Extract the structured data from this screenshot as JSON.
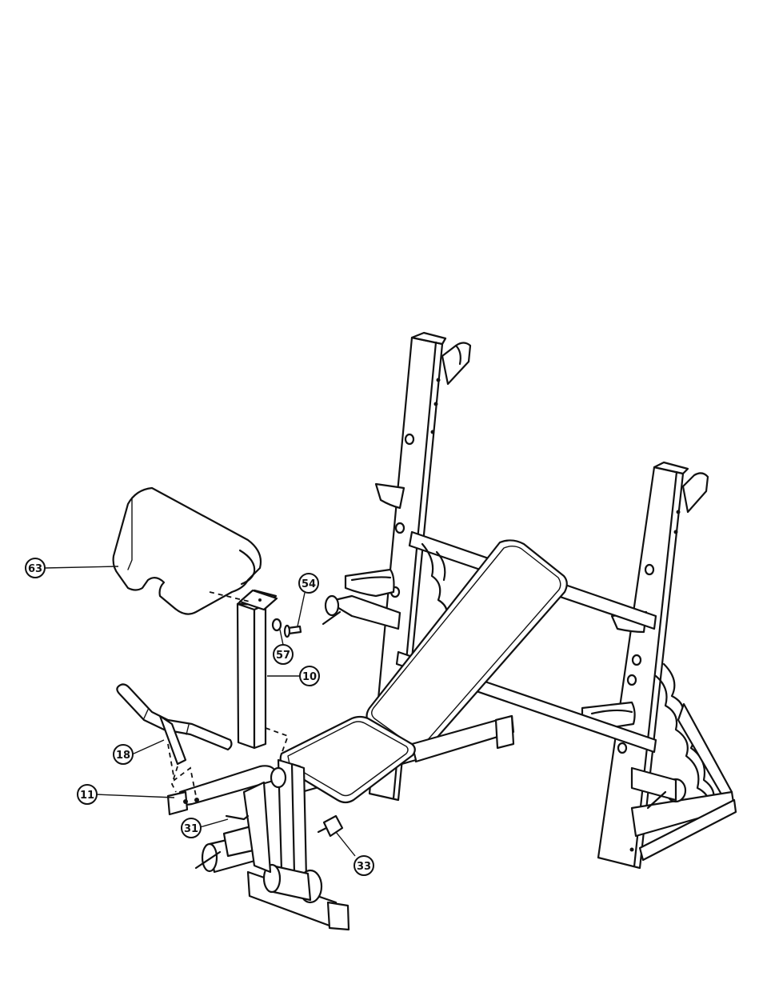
{
  "diagram": {
    "callouts": [
      {
        "id": "c63",
        "label": "63"
      },
      {
        "id": "c54",
        "label": "54"
      },
      {
        "id": "c57",
        "label": "57"
      },
      {
        "id": "c10",
        "label": "10"
      },
      {
        "id": "c18",
        "label": "18"
      },
      {
        "id": "c11",
        "label": "11"
      },
      {
        "id": "c31",
        "label": "31"
      },
      {
        "id": "c33",
        "label": "33"
      }
    ]
  }
}
